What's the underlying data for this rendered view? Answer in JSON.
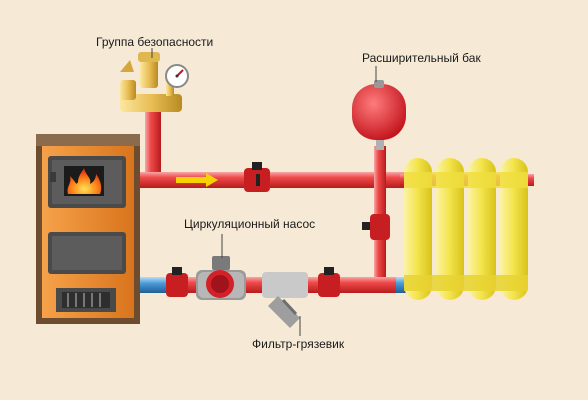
{
  "labels": {
    "safety_group": "Группа безопасности",
    "expansion_tank": "Расширительный бак",
    "circulation_pump": "Циркуляционный насос",
    "mud_filter": "Фильтр-грязевик"
  },
  "colors": {
    "background": "#f6ead7",
    "supply_pipe": "#e8393b",
    "return_pipe": "#3f8fd0",
    "boiler_body": "#e8892b",
    "radiator": "#f2e24a",
    "valve": "#c71e22",
    "expansion_tank": "#e1222c",
    "flow_arrow": "#f5d200"
  },
  "icons": {
    "fire": "flame-icon",
    "flow": "flow-arrow-icon"
  }
}
